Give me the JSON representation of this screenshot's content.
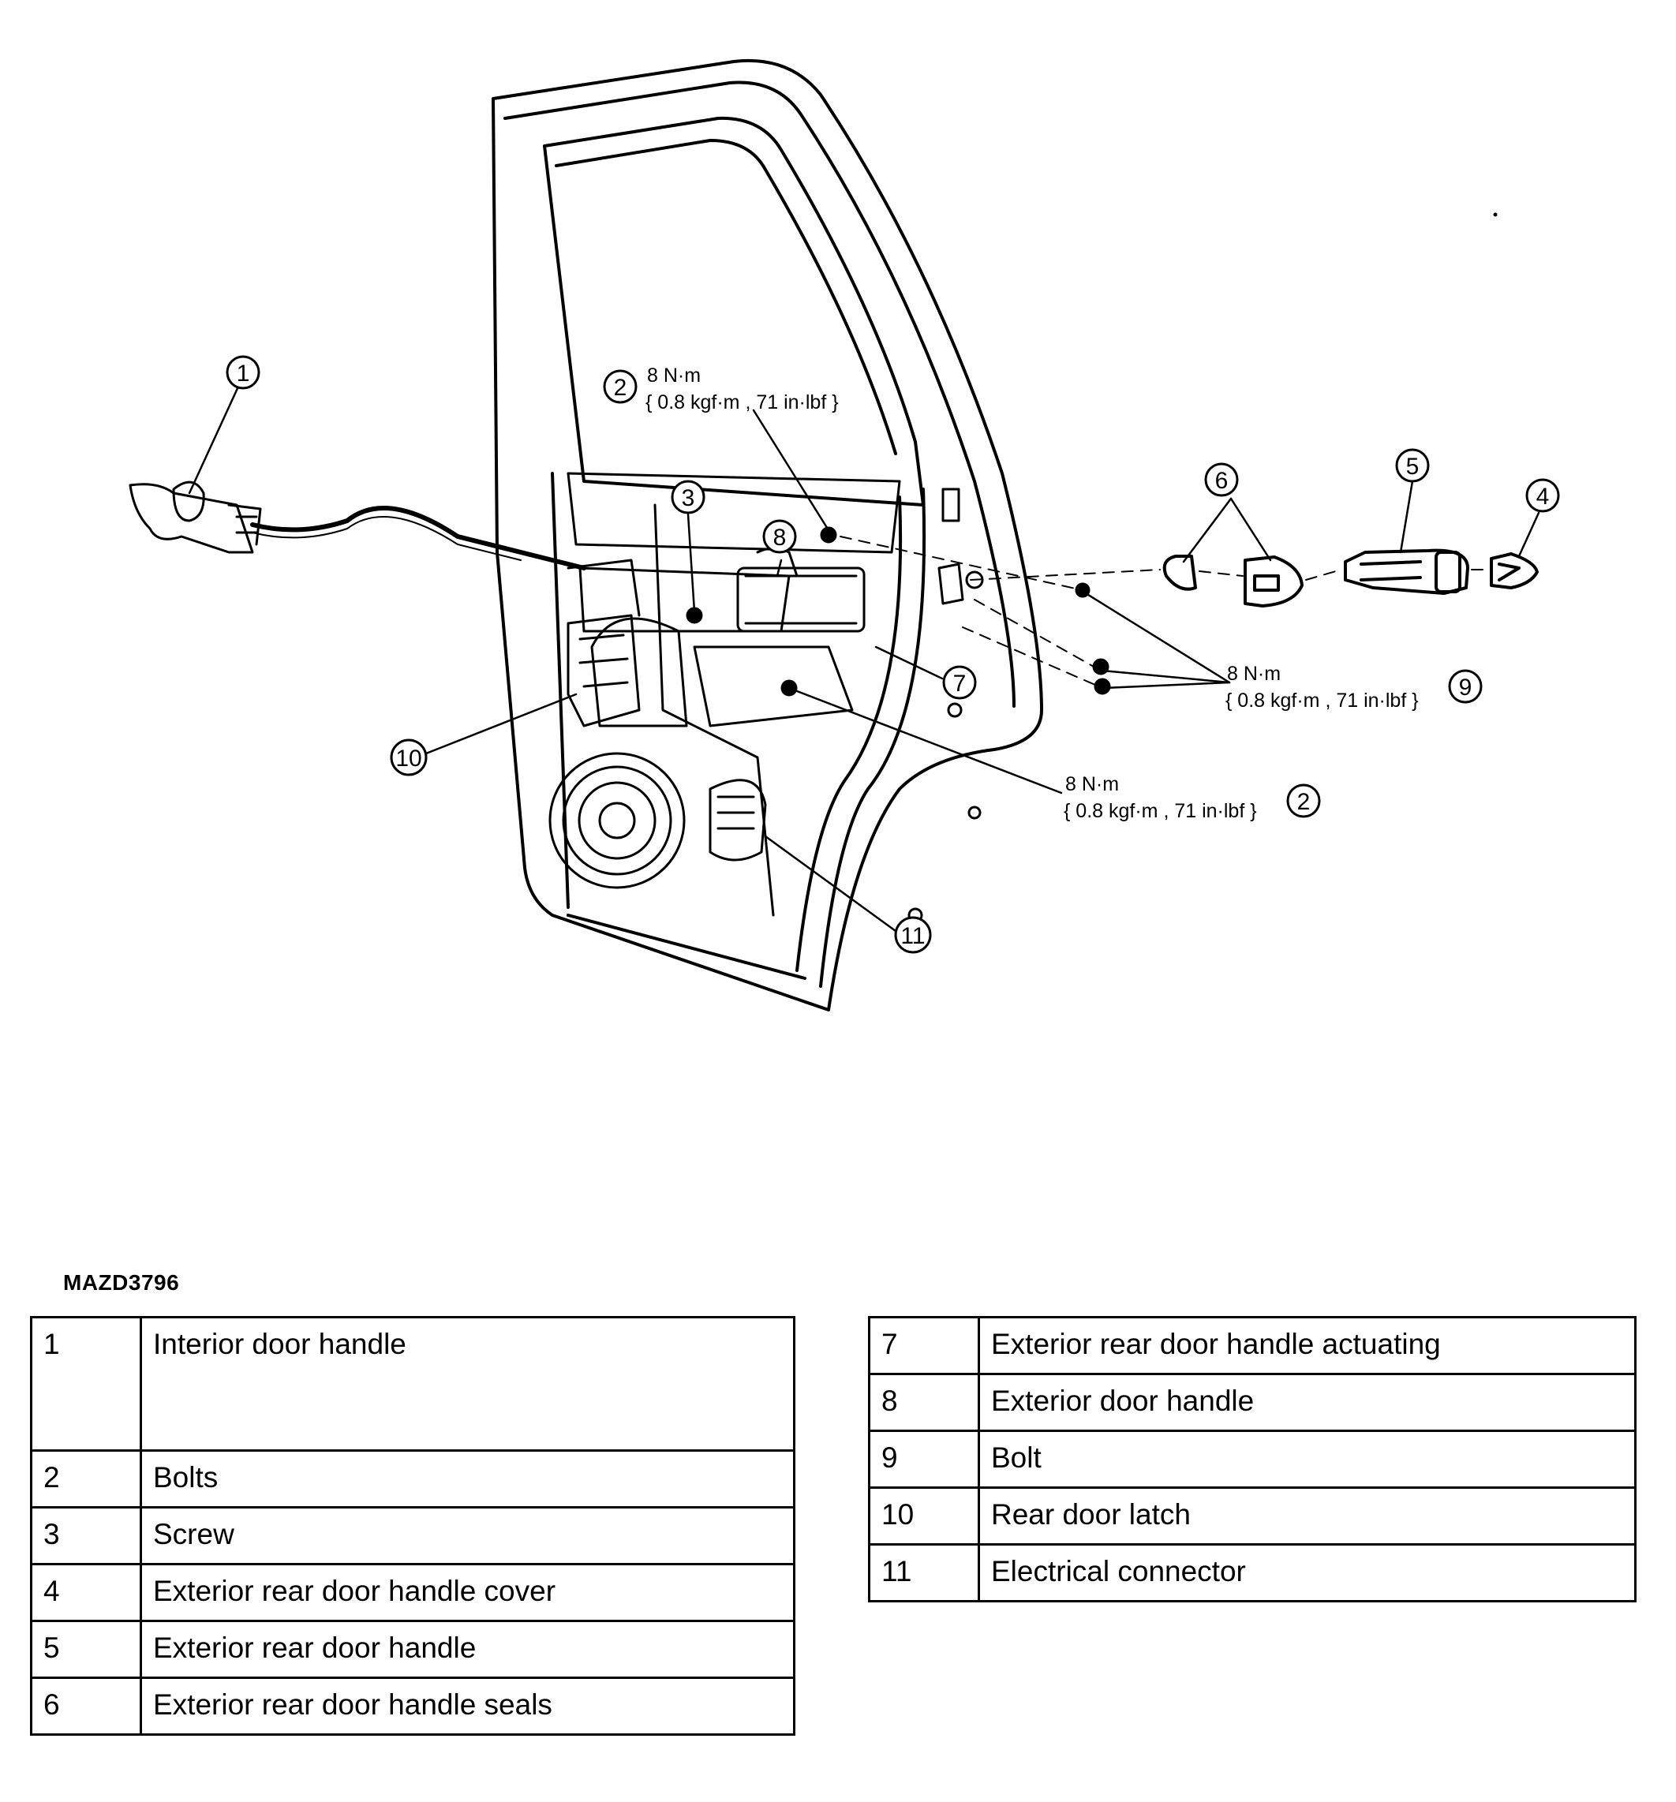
{
  "figure_id": "MAZD3796",
  "callouts": {
    "c1": "1",
    "c2a": "2",
    "c2b": "2",
    "c3": "3",
    "c4": "4",
    "c5": "5",
    "c6": "6",
    "c7": "7",
    "c8": "8",
    "c9": "9",
    "c10": "10",
    "c11": "11"
  },
  "torque": {
    "top_line1": "8 N·m",
    "top_line2": "{ 0.8 kgf·m , 71 in·lbf }",
    "right_line1": "8 N·m",
    "right_line2": "{ 0.8 kgf·m , 71 in·lbf }",
    "bottom_line1": "8 N·m",
    "bottom_line2": "{ 0.8 kgf·m , 71 in·lbf }"
  },
  "legend_left": [
    {
      "num": "1",
      "label": "Interior door handle"
    },
    {
      "num": "2",
      "label": "Bolts"
    },
    {
      "num": "3",
      "label": "Screw"
    },
    {
      "num": "4",
      "label": "Exterior rear door handle cover"
    },
    {
      "num": "5",
      "label": "Exterior rear door handle"
    },
    {
      "num": "6",
      "label": "Exterior rear door handle seals"
    }
  ],
  "legend_right": [
    {
      "num": "7",
      "label": "Exterior rear door handle actuating"
    },
    {
      "num": "8",
      "label": "Exterior door handle"
    },
    {
      "num": "9",
      "label": "Bolt"
    },
    {
      "num": "10",
      "label": "Rear door latch"
    },
    {
      "num": "11",
      "label": "Electrical connector"
    }
  ]
}
